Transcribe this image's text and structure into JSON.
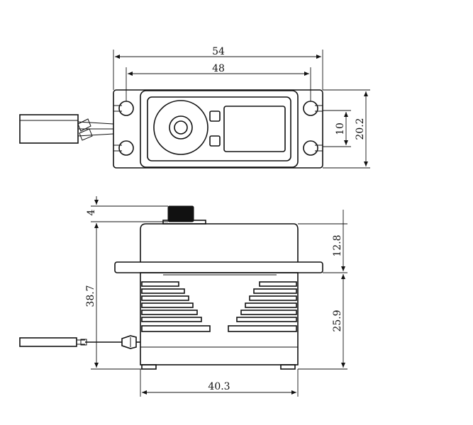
{
  "dimensions": {
    "top_overall_width": "54",
    "top_hole_spacing": "48",
    "top_slot_height": "10",
    "top_body_height": "20.2",
    "side_shaft_height": "4",
    "side_total_height": "38.7",
    "side_upper_height": "12.8",
    "side_lower_height": "25.9",
    "side_body_width": "40.3"
  },
  "colors": {
    "line": "#111111",
    "background": "#ffffff"
  }
}
